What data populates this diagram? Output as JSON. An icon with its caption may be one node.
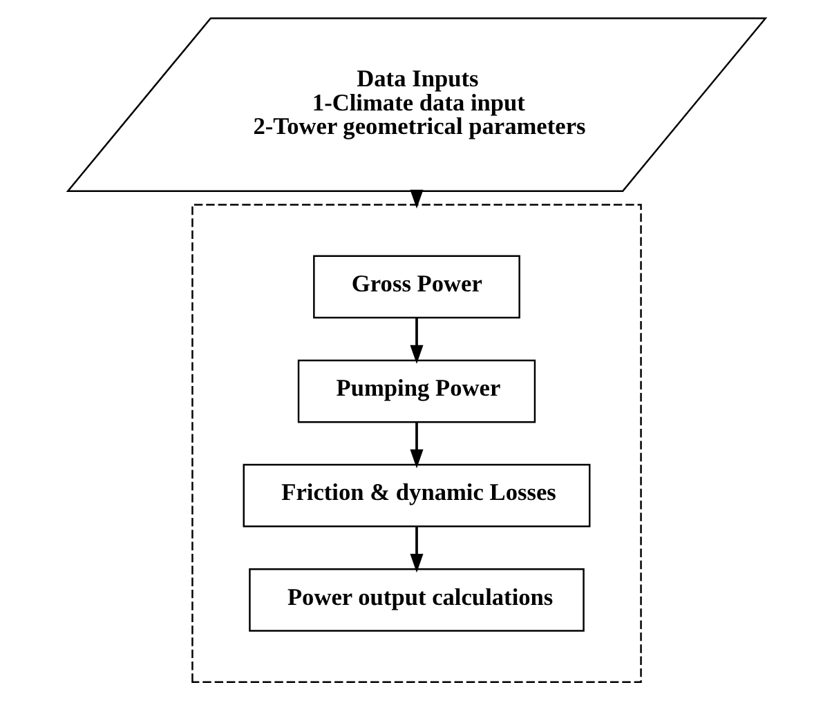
{
  "diagram": {
    "nodes": [
      {
        "text": [
          "Data Inputs",
          "1-Climate data input",
          "2-Tower geometrical parameters"
        ]
      },
      {
        "text": [],
        "shape": "box"
      },
      {
        "text": [
          "Gross Power"
        ],
        "in": 1
      },
      {
        "text": [
          "Pumping Power"
        ],
        "in": 1
      },
      {
        "text": [
          "Friction & dynamic Losses"
        ],
        "in": 1
      },
      {
        "text": [
          "Power output calculations"
        ],
        "in": 1
      }
    ],
    "edges": [
      {
        "from": 0,
        "to": 1,
        "arrow": "to"
      },
      {
        "from": 2,
        "to": 3,
        "arrow": "to"
      },
      {
        "from": 3,
        "to": 4,
        "arrow": "to"
      },
      {
        "from": 4,
        "to": 5,
        "arrow": "to"
      }
    ]
  }
}
